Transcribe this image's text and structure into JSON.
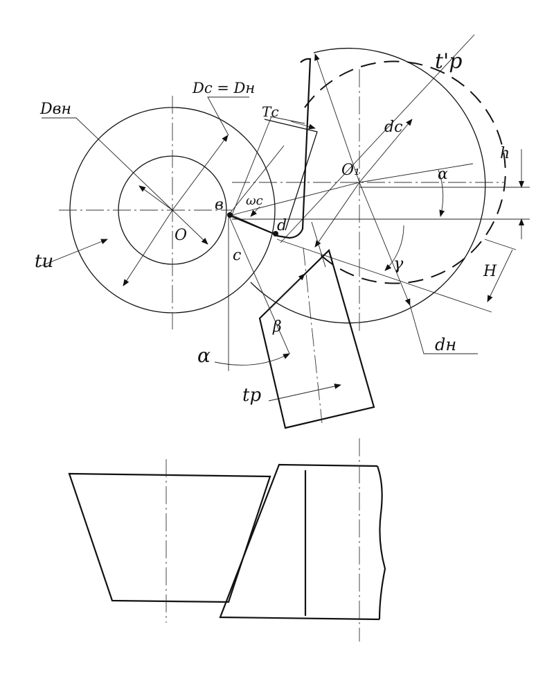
{
  "labels": {
    "d_bn": "Dвн",
    "dc_eq_dn": "Dс = Dн",
    "tc": "Tс",
    "tp_prime": "t'р",
    "dc": "dс",
    "h": "h",
    "o1": "O₁",
    "alpha_right": "α",
    "b": "в",
    "omega_c": "ωс",
    "d": "d",
    "o": "O",
    "c": "c",
    "gamma": "γ",
    "tu": "tи",
    "h_cap": "H",
    "beta": "β",
    "dn": "dн",
    "alpha_left": "α",
    "tp": "tр"
  }
}
